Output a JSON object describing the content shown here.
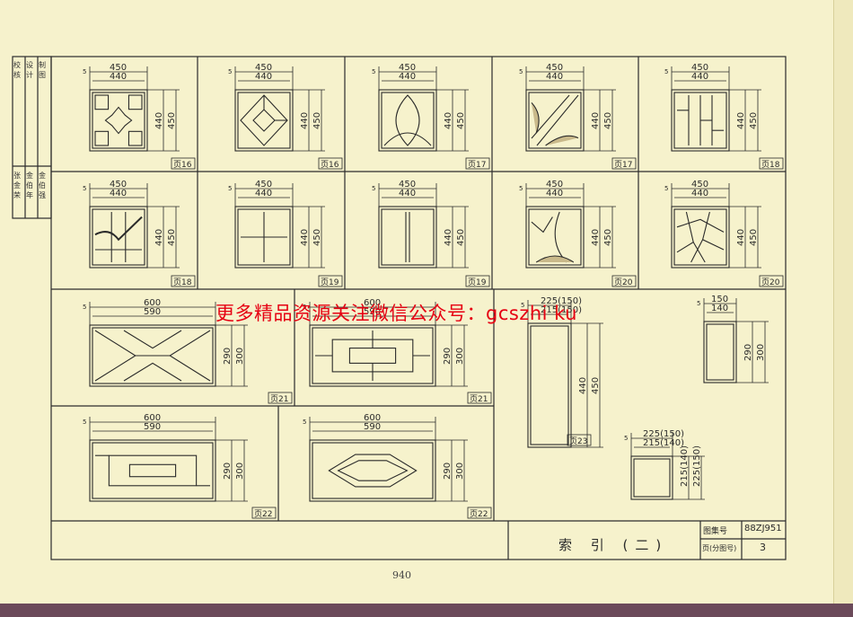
{
  "sheet": {
    "page_number": "940",
    "title": "索 引 (二)",
    "atlas_no_label": "图集号",
    "atlas_no_value": "88ZJ951",
    "page_label": "页(分图号)",
    "page_value": "3"
  },
  "signature_block": {
    "roles": [
      "校 核",
      "设 计",
      "制 图"
    ],
    "names": [
      "张 金 荣",
      "金 伯 年",
      "金 伯 强"
    ]
  },
  "watermark": "更多精品资源关注微信公众号：gcszhi ku",
  "panels": [
    {
      "w_outer": "450",
      "w_inner": "440",
      "h_outer": "450",
      "h_inner": "440",
      "offset": "5",
      "page_ref": "页16"
    },
    {
      "w_outer": "450",
      "w_inner": "440",
      "h_outer": "450",
      "h_inner": "440",
      "offset": "5",
      "page_ref": "页16"
    },
    {
      "w_outer": "450",
      "w_inner": "440",
      "h_outer": "450",
      "h_inner": "440",
      "offset": "5",
      "page_ref": "页17"
    },
    {
      "w_outer": "450",
      "w_inner": "440",
      "h_outer": "450",
      "h_inner": "440",
      "offset": "5",
      "page_ref": "页17"
    },
    {
      "w_outer": "450",
      "w_inner": "440",
      "h_outer": "450",
      "h_inner": "440",
      "offset": "5",
      "page_ref": "页18"
    },
    {
      "w_outer": "450",
      "w_inner": "440",
      "h_outer": "450",
      "h_inner": "440",
      "offset": "5",
      "page_ref": "页18"
    },
    {
      "w_outer": "450",
      "w_inner": "440",
      "h_outer": "450",
      "h_inner": "440",
      "offset": "5",
      "page_ref": "页19"
    },
    {
      "w_outer": "450",
      "w_inner": "440",
      "h_outer": "450",
      "h_inner": "440",
      "offset": "5",
      "page_ref": "页19"
    },
    {
      "w_outer": "450",
      "w_inner": "440",
      "h_outer": "450",
      "h_inner": "440",
      "offset": "5",
      "page_ref": "页20"
    },
    {
      "w_outer": "450",
      "w_inner": "440",
      "h_outer": "450",
      "h_inner": "440",
      "offset": "5",
      "page_ref": "页20"
    },
    {
      "w_outer": "600",
      "w_inner": "590",
      "h_outer": "300",
      "h_inner": "290",
      "offset": "5",
      "page_ref": "页21"
    },
    {
      "w_outer": "600",
      "w_inner": "590",
      "h_outer": "300",
      "h_inner": "290",
      "offset": "5",
      "page_ref": "页21"
    },
    {
      "w_outer": "225(150)",
      "w_inner": "215(150)",
      "h_outer": "450",
      "h_inner": "440",
      "offset": "5",
      "page_ref": "页23"
    },
    {
      "w_outer": "150",
      "w_inner": "140",
      "h_outer": "300",
      "h_inner": "290",
      "offset": "5",
      "page_ref": ""
    },
    {
      "w_outer": "600",
      "w_inner": "590",
      "h_outer": "300",
      "h_inner": "290",
      "offset": "5",
      "page_ref": "页22"
    },
    {
      "w_outer": "600",
      "w_inner": "590",
      "h_outer": "300",
      "h_inner": "290",
      "offset": "5",
      "page_ref": "页22"
    },
    {
      "w_outer": "225(150)",
      "w_inner": "215(140)",
      "h_outer": "225(150)",
      "h_inner": "215(140)",
      "offset": "5",
      "page_ref": ""
    }
  ]
}
